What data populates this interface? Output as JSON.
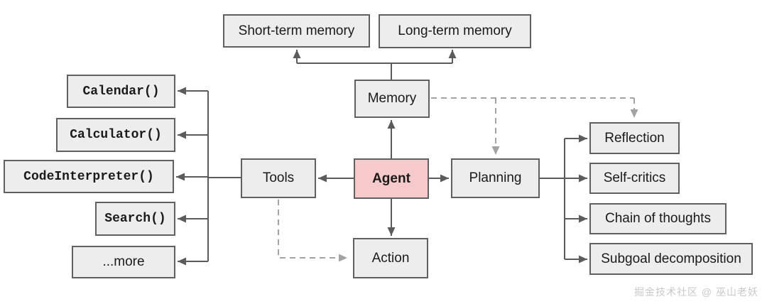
{
  "diagram": {
    "nodes": {
      "short_term_memory": {
        "label": "Short-term memory"
      },
      "long_term_memory": {
        "label": "Long-term memory"
      },
      "memory": {
        "label": "Memory"
      },
      "tools": {
        "label": "Tools"
      },
      "agent": {
        "label": "Agent"
      },
      "planning": {
        "label": "Planning"
      },
      "action": {
        "label": "Action"
      },
      "calendar": {
        "label": "Calendar()"
      },
      "calculator": {
        "label": "Calculator()"
      },
      "code_interpreter": {
        "label": "CodeInterpreter()"
      },
      "search": {
        "label": "Search()"
      },
      "more": {
        "label": "...more"
      },
      "reflection": {
        "label": "Reflection"
      },
      "self_critics": {
        "label": "Self-critics"
      },
      "chain_of_thoughts": {
        "label": "Chain of thoughts"
      },
      "subgoal_decomposition": {
        "label": "Subgoal decomposition"
      }
    },
    "edges": [
      {
        "from": "memory",
        "to": "short_term_memory",
        "style": "solid-arrow"
      },
      {
        "from": "memory",
        "to": "long_term_memory",
        "style": "solid-arrow"
      },
      {
        "from": "agent",
        "to": "memory",
        "style": "solid-arrow"
      },
      {
        "from": "agent",
        "to": "tools",
        "style": "solid-arrow"
      },
      {
        "from": "agent",
        "to": "planning",
        "style": "solid-arrow"
      },
      {
        "from": "agent",
        "to": "action",
        "style": "solid-arrow"
      },
      {
        "from": "tools",
        "to": "calendar",
        "style": "solid-arrow"
      },
      {
        "from": "tools",
        "to": "calculator",
        "style": "solid-arrow"
      },
      {
        "from": "tools",
        "to": "code_interpreter",
        "style": "solid-arrow"
      },
      {
        "from": "tools",
        "to": "search",
        "style": "solid-arrow"
      },
      {
        "from": "tools",
        "to": "more",
        "style": "solid-arrow"
      },
      {
        "from": "planning",
        "to": "reflection",
        "style": "solid-arrow"
      },
      {
        "from": "planning",
        "to": "self_critics",
        "style": "solid-arrow"
      },
      {
        "from": "planning",
        "to": "chain_of_thoughts",
        "style": "solid-arrow"
      },
      {
        "from": "planning",
        "to": "subgoal_decomposition",
        "style": "solid-arrow"
      },
      {
        "from": "memory",
        "to": "planning",
        "style": "dashed-arrow"
      },
      {
        "from": "memory",
        "to": "reflection",
        "style": "dashed-arrow"
      },
      {
        "from": "tools",
        "to": "action",
        "style": "dashed-arrow"
      }
    ],
    "colors": {
      "node_fill": "#ededed",
      "node_border": "#606060",
      "agent_fill": "#f6caca",
      "solid_line": "#5b5b5b",
      "dashed_line": "#a3a3a3",
      "text": "#1a1a1a",
      "watermark": "#c8c8c8"
    },
    "watermark": "掘金技术社区 @ 巫山老妖"
  }
}
